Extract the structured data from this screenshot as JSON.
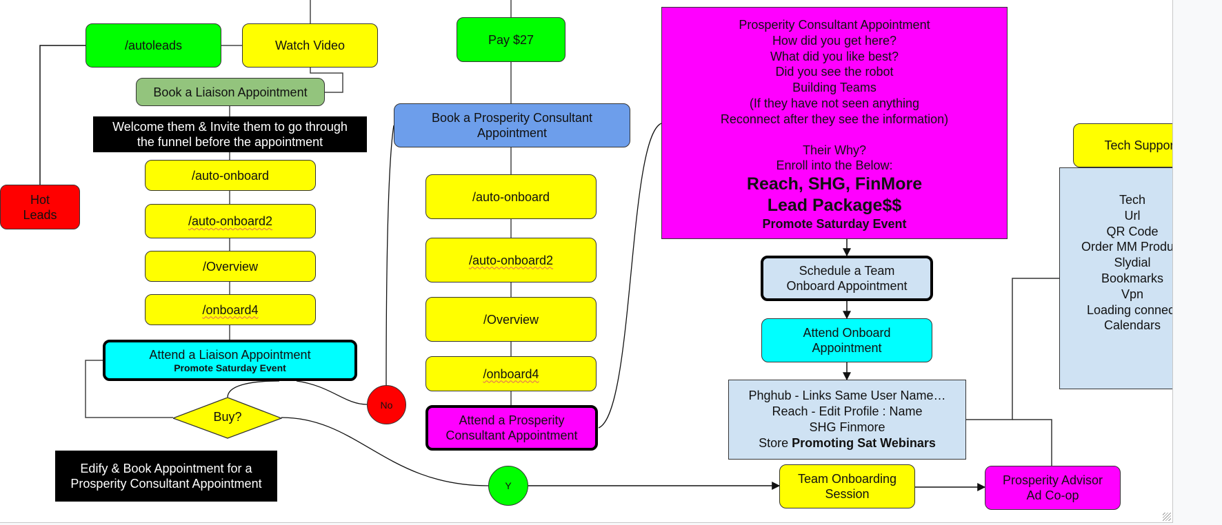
{
  "diagram": {
    "nodes": {
      "autoleads": "/autoleads",
      "watch_video": "Watch Video",
      "book_liaison": "Book a Liaison Appointment",
      "welcome_note": [
        "Welcome them & Invite them to go through",
        "the funnel before the appointment"
      ],
      "hot_leads": [
        "Hot",
        "Leads"
      ],
      "left_pages": [
        "/auto-onboard",
        "/auto-onboard2",
        "/Overview",
        "/onboard4"
      ],
      "attend_liaison": {
        "title": "Attend a Liaison Appointment",
        "subtitle": "Promote Saturday Event"
      },
      "buy_decision": "Buy?",
      "no_label": "No",
      "yes_label": "Y",
      "edify_note": [
        "Edify & Book Appointment for a",
        "Prosperity Consultant Appointment"
      ],
      "pay": "Pay $27",
      "book_prosperity": [
        "Book a Prosperity Consultant",
        "Appointment"
      ],
      "middle_pages": [
        "/auto-onboard",
        "/auto-onboard2",
        "/Overview",
        "/onboard4"
      ],
      "attend_prosperity": [
        "Attend a Prosperity",
        "Consultant Appointment"
      ],
      "consultant_script": {
        "lines": [
          "Prosperity Consultant Appointment",
          "How did you get here?",
          "What did you like best?",
          "Did you see the robot",
          "Building Teams",
          "(If they have not seen anything",
          "Reconnect after they see the information)",
          "",
          "Their Why?",
          "Enroll into the Below:"
        ],
        "bold_lines": [
          "Reach, SHG, FinMore",
          "Lead Package$$"
        ],
        "footer": "Promote Saturday Event"
      },
      "schedule_team": [
        "Schedule a Team",
        "Onboard Appointment"
      ],
      "attend_onboard": [
        "Attend Onboard",
        "Appointment"
      ],
      "setup_list": {
        "line1": "Phghub - Links Same User Name…",
        "line2": "Reach - Edit Profile : Name",
        "line3": "SHG  Finmore",
        "line4_prefix": "Store ",
        "line4_bold": "Promoting Sat Webinars"
      },
      "team_onboarding": [
        "Team Onboarding",
        "Session"
      ],
      "prosperity_advisor": [
        "Prosperity Advisor",
        "Ad Co-op"
      ],
      "tech_support": "Tech Support",
      "tech_items": [
        "Tech",
        "Url",
        "QR Code",
        "Order MM Product",
        "Slydial",
        "Bookmarks",
        "Vpn",
        "Loading connect",
        "Calendars"
      ]
    },
    "colors": {
      "green": "#00ff00",
      "yellow": "#ffff00",
      "sage": "#93c47d",
      "blue": "#6d9eeb",
      "cyan": "#00ffff",
      "magenta": "#ff00ff",
      "red": "#ff0000",
      "pale_blue": "#cfe2f3",
      "black": "#000000"
    }
  }
}
